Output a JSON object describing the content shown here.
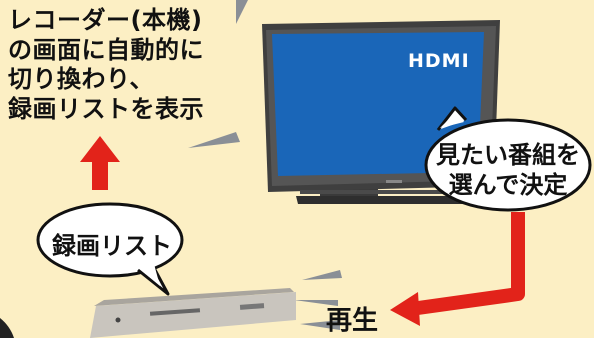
{
  "caption": {
    "lines": [
      "レコーダー(本機)",
      "の画面に自動的に",
      "切り換わり、",
      "録画リストを表示"
    ]
  },
  "tv": {
    "screen_label": "HDMI"
  },
  "bubbles": {
    "tv_select": {
      "lines": [
        "見たい番組を",
        "選んで決定"
      ]
    },
    "recorder_list": {
      "label": "録画リスト"
    }
  },
  "playback_label": "再生",
  "colors": {
    "background": "#fcefc4",
    "arrow": "#e2231a",
    "screen": "#1a66b8",
    "tv_body": "#3c3c3c",
    "recorder_body": "#c9c5be",
    "motion_lines": "#8a8f96"
  }
}
